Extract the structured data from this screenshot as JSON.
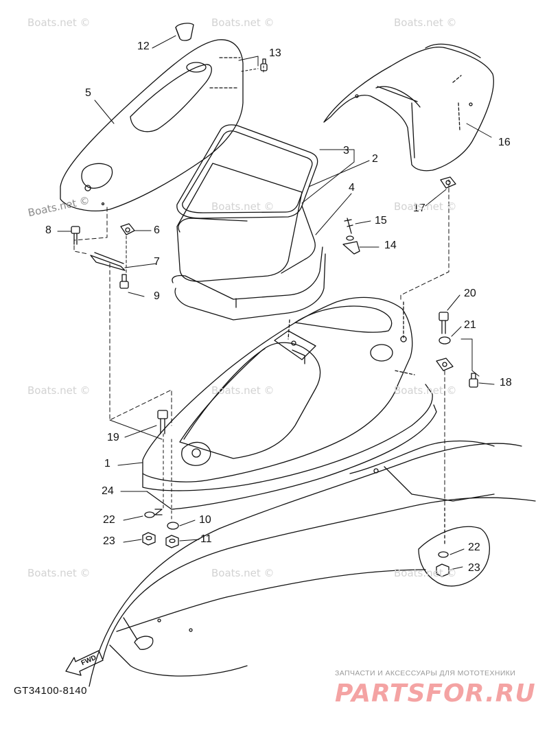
{
  "diagram": {
    "callouts": [
      {
        "id": "12",
        "text": "12"
      },
      {
        "id": "13",
        "text": "13"
      },
      {
        "id": "5",
        "text": "5"
      },
      {
        "id": "3",
        "text": "3"
      },
      {
        "id": "2",
        "text": "2"
      },
      {
        "id": "4",
        "text": "4"
      },
      {
        "id": "16",
        "text": "16"
      },
      {
        "id": "8",
        "text": "8"
      },
      {
        "id": "6",
        "text": "6"
      },
      {
        "id": "15",
        "text": "15"
      },
      {
        "id": "17",
        "text": "17"
      },
      {
        "id": "7",
        "text": "7"
      },
      {
        "id": "14",
        "text": "14"
      },
      {
        "id": "9",
        "text": "9"
      },
      {
        "id": "20",
        "text": "20"
      },
      {
        "id": "21",
        "text": "21"
      },
      {
        "id": "18",
        "text": "18"
      },
      {
        "id": "19",
        "text": "19"
      },
      {
        "id": "1",
        "text": "1"
      },
      {
        "id": "24",
        "text": "24"
      },
      {
        "id": "22a",
        "text": "22"
      },
      {
        "id": "10",
        "text": "10"
      },
      {
        "id": "23a",
        "text": "23"
      },
      {
        "id": "11",
        "text": "11"
      },
      {
        "id": "22b",
        "text": "22"
      },
      {
        "id": "23b",
        "text": "23"
      }
    ],
    "direction_label": "FWD",
    "diagram_code": "GT34100-8140"
  },
  "watermark": {
    "text": "Boats.net ©"
  },
  "branding": {
    "tagline": "ЗАПЧАСТИ И АКСЕССУАРЫ ДЛЯ МОТОТЕХНИКИ",
    "logo_text": "PARTSFOR.RU"
  },
  "colors": {
    "line": "#111111",
    "watermark": "#d2d2d2",
    "brand": "#f4a3a3"
  }
}
